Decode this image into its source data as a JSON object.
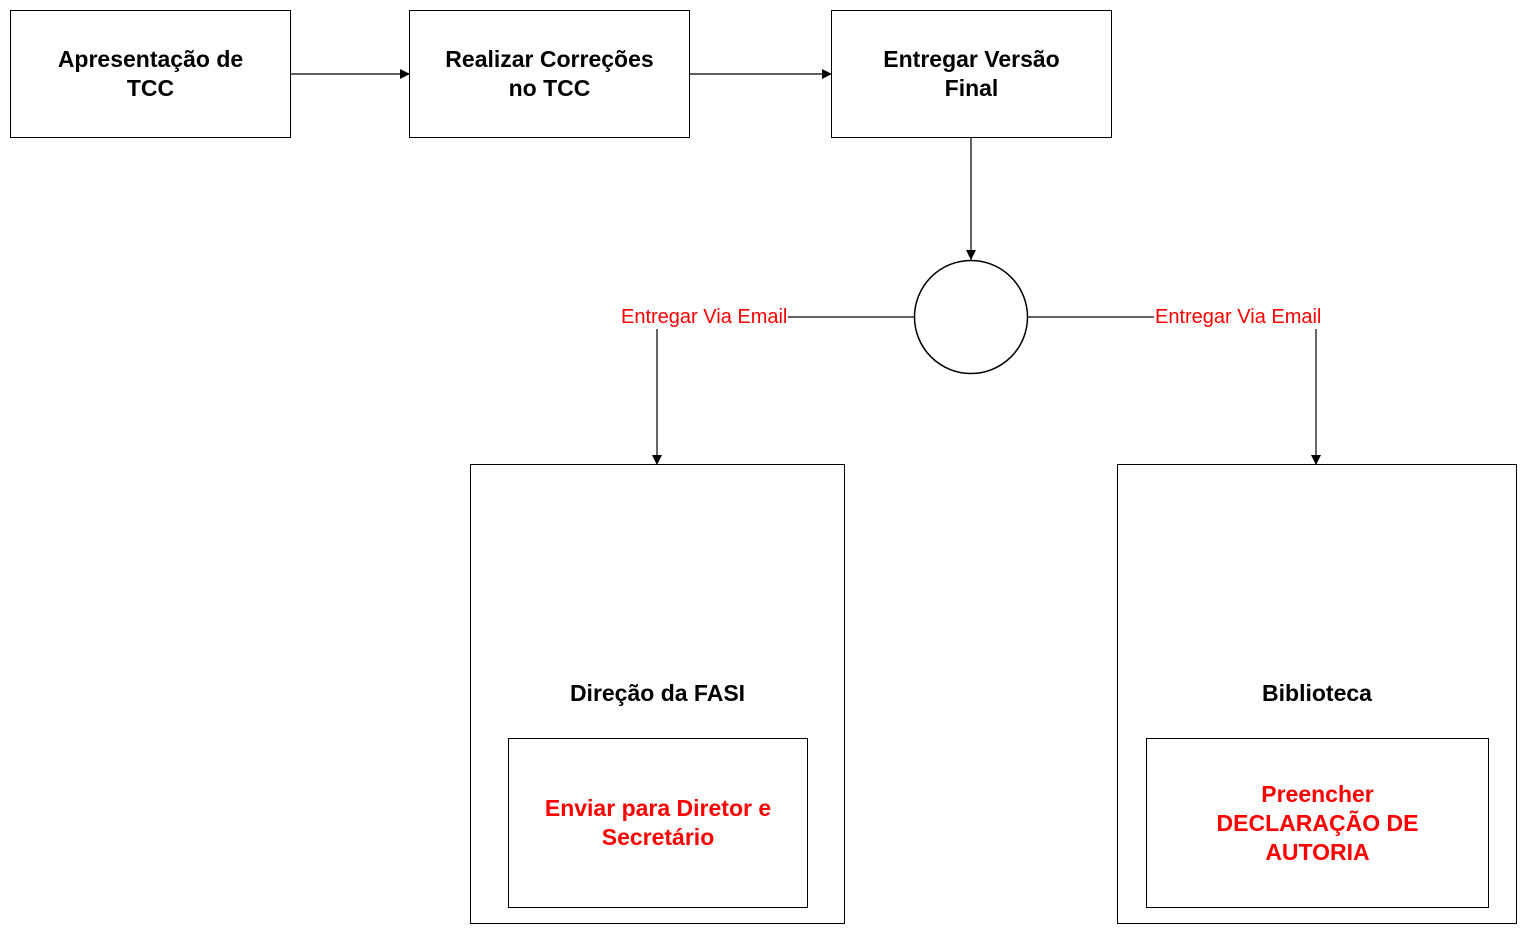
{
  "diagram": {
    "nodes": {
      "apresentacao": {
        "label": "Apresentação de\nTCC"
      },
      "correcoes": {
        "label": "Realizar Correções\nno TCC"
      },
      "versao_final": {
        "label": "Entregar Versão\nFinal"
      },
      "direcao": {
        "label": "Direção da FASI",
        "task": "Enviar para Diretor e\nSecretário"
      },
      "biblioteca": {
        "label": "Biblioteca",
        "task": "Preencher\nDECLARAÇÃO DE\nAUTORIA"
      }
    },
    "edges": {
      "left_label": "Entregar Via Email",
      "right_label": "Entregar Via Email"
    },
    "colors": {
      "accent": "#ff0000",
      "stroke": "#000000"
    }
  }
}
